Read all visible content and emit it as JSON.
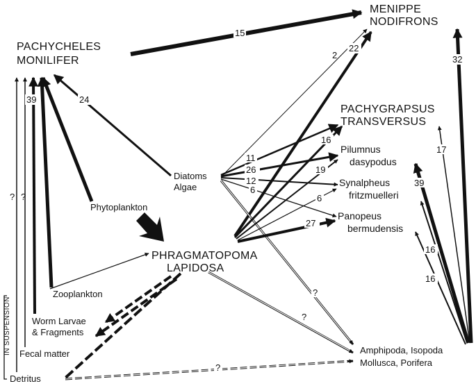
{
  "species": {
    "menippe": [
      "MENIPPE",
      "NODIFRONS"
    ],
    "pachycheles": [
      "PACHYCHELES",
      "MONILIFER"
    ],
    "pachygrapsus": [
      "PACHYGRAPSUS",
      "TRANSVERSUS"
    ],
    "pilumnus": [
      "Pilumnus",
      "dasypodus"
    ],
    "synalpheus": [
      "Synalpheus",
      "fritzmuelleri"
    ],
    "panopeus": [
      "Panopeus",
      "bermudensis"
    ],
    "phragmatopoma": [
      "PHRAGMATOPOMA",
      "LAPIDOSA"
    ],
    "amphipoda": [
      "Amphipoda, Isopoda",
      "Mollusca, Porifera"
    ]
  },
  "food": {
    "diatoms": [
      "Diatoms",
      "Algae"
    ],
    "phytoplankton": "Phytoplankton",
    "zooplankton": "Zooplankton",
    "worm_larvae": [
      "Worm Larvae",
      "& Fragments"
    ],
    "fecal": "Fecal matter",
    "detritus": "Detritus",
    "in_suspension": "IN SUSPENSION"
  },
  "flow_values": {
    "pach_to_menippe": "15",
    "phrag_to_menippe_a": "2",
    "phrag_to_menippe_b": "22",
    "amph_to_menippe": "32",
    "diatoms_to_pach": "24",
    "phyto_to_pach": "39",
    "diatoms_to_pachy": "11",
    "diatoms_to_pil": "26",
    "diatoms_to_syn": "12",
    "diatoms_to_pan": "6",
    "phrag_to_pachy": "16",
    "phrag_to_pil": "19",
    "phrag_to_syn": "6",
    "phrag_to_pan": "27",
    "amph_to_pachy": "17",
    "amph_to_pil": "39",
    "amph_to_syn": "16",
    "amph_to_pan": "16",
    "unknown_a": "?",
    "unknown_b": "?",
    "unknown_c": "?",
    "unknown_d": "?",
    "unknown_e": "?"
  }
}
